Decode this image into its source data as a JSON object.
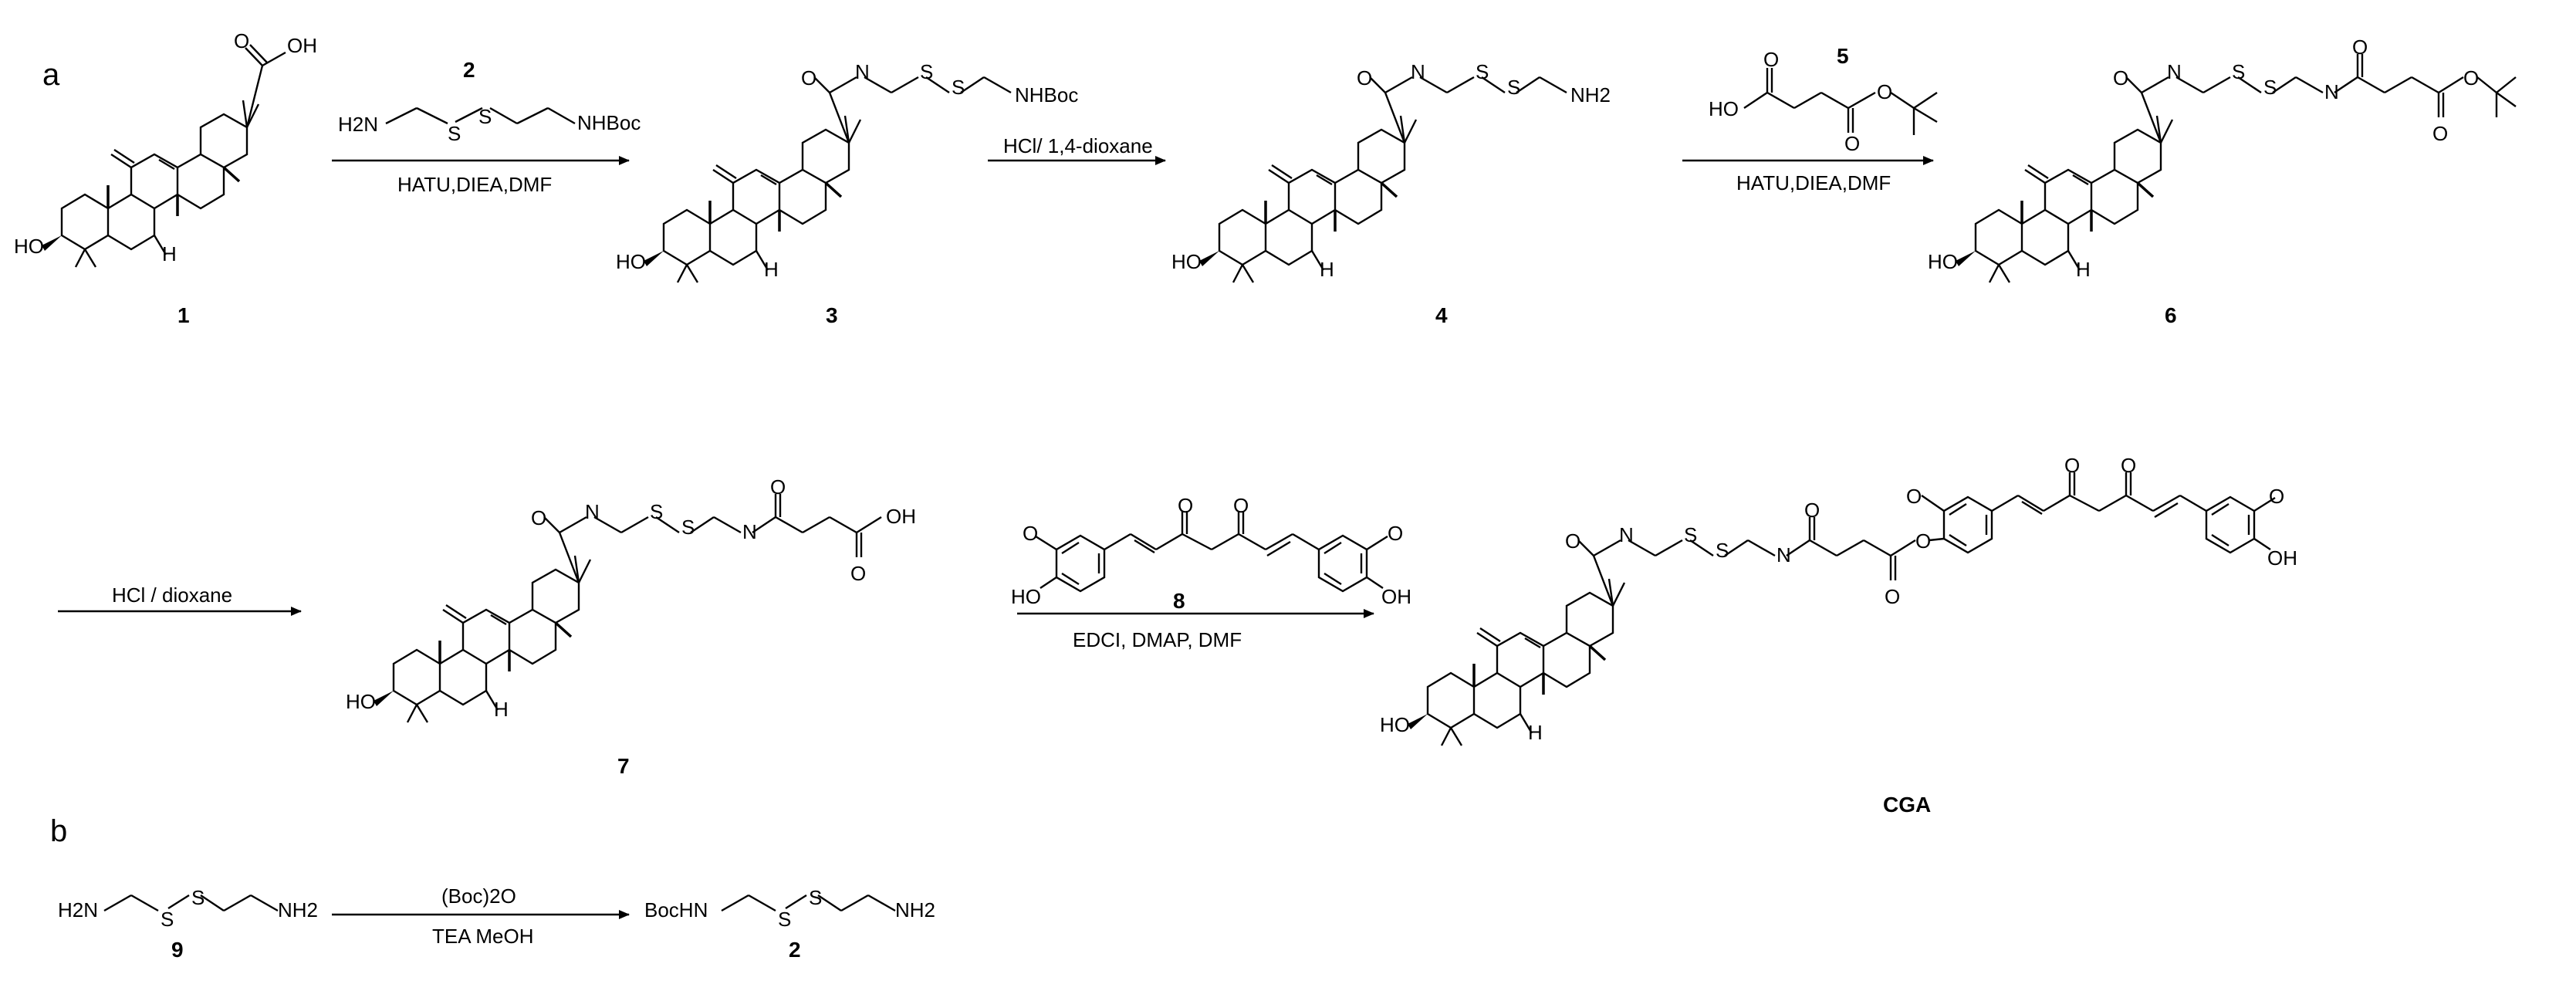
{
  "panels": {
    "a_label": "a",
    "b_label": "b"
  },
  "compounds": {
    "c1": "1",
    "c2_reagent": "2",
    "c3": "3",
    "c4": "4",
    "c5_reagent": "5",
    "c6": "6",
    "c7": "7",
    "c8_reagent": "8",
    "cga": "CGA",
    "c9": "9",
    "c2_product": "2"
  },
  "conditions": {
    "step1": "HATU,DIEA,DMF",
    "step2": "HCl/ 1,4-dioxane",
    "step3": "HATU,DIEA,DMF",
    "step4": "HCl / dioxane",
    "step5": "EDCI, DMAP, DMF",
    "step6_top": "(Boc)2O",
    "step6_bottom": "TEA MeOH"
  },
  "atom_labels": {
    "oh": "OH",
    "ho": "HO",
    "h": "H",
    "o": "O",
    "s": "S",
    "n": "N",
    "nh": "N",
    "nhboc": "NHBoc",
    "bochn": "BocHN",
    "nh2": "NH2",
    "h2n": "H2N"
  }
}
